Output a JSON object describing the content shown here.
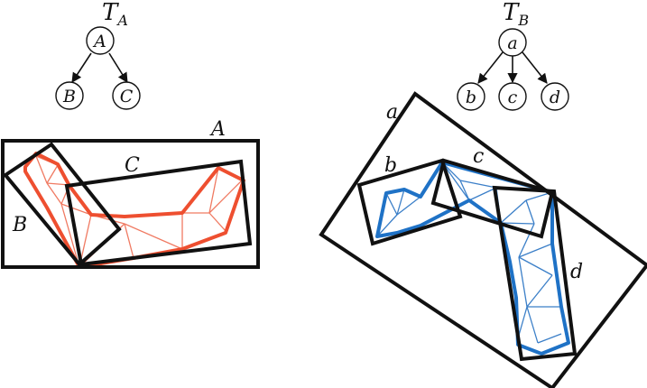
{
  "left": {
    "tree": {
      "title_base": "T",
      "title_sub": "A",
      "root": "A",
      "children": [
        "B",
        "C"
      ]
    },
    "labels": {
      "A": "A",
      "B": "B",
      "C": "C"
    },
    "colors": {
      "mesh_outline": "#ee4f30",
      "mesh_interior": "#f07a62"
    }
  },
  "right": {
    "tree": {
      "title_base": "T",
      "title_sub": "B",
      "root": "a",
      "children": [
        "b",
        "c",
        "d"
      ]
    },
    "labels": {
      "a": "a",
      "b": "b",
      "c": "c",
      "d": "d"
    },
    "colors": {
      "mesh_outline": "#1f72c6",
      "mesh_interior": "#3b7fc8"
    }
  }
}
